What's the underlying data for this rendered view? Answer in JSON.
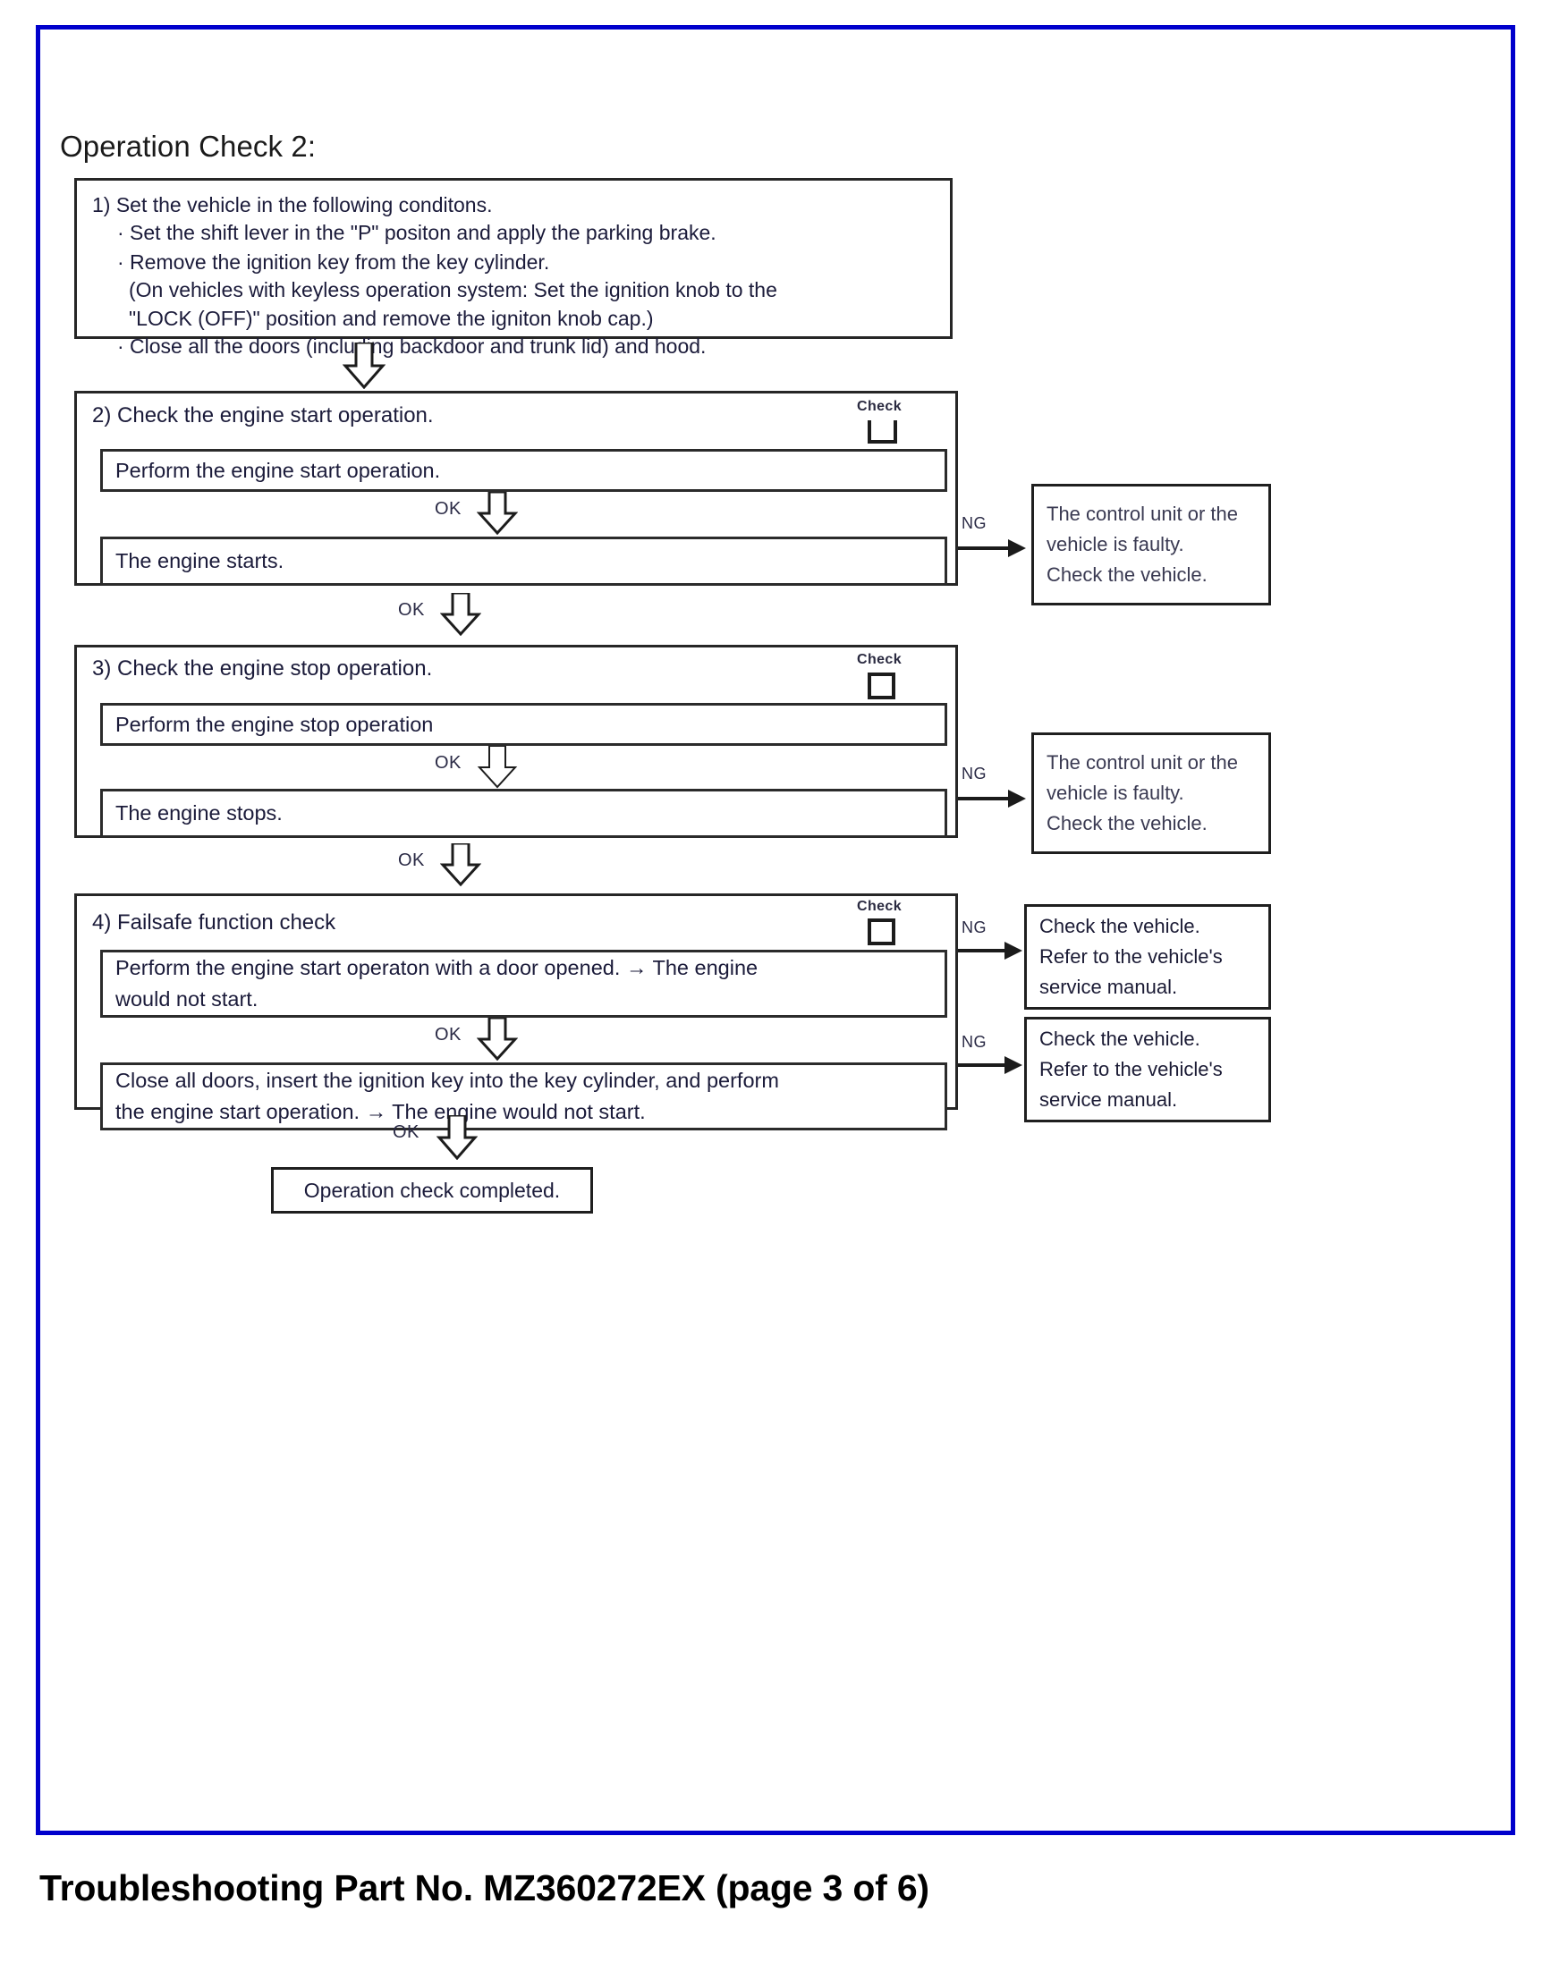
{
  "page": {
    "title": "Operation Check 2:",
    "footer_caption": "Troubleshooting Part No. MZ360272EX (page 3 of 6)",
    "frame_color": "#0000CC",
    "box_border_color": "#262626",
    "text_color": "#1B1B3A"
  },
  "labels": {
    "check": "Check",
    "ok": "OK",
    "ng": "NG"
  },
  "steps": [
    {
      "id": "step-1",
      "heading": "1) Set the vehicle in the following conditons.",
      "lines": [
        "· Set the shift lever in the \"P\" positon and apply the parking brake.",
        "· Remove the ignition key from the key cylinder.",
        "(On vehicles with keyless operation system: Set the ignition knob to the",
        "\"LOCK (OFF)\" position and remove the igniton knob cap.)",
        "· Close all the doors (including backdoor and trunk lid) and hood."
      ]
    },
    {
      "id": "step-2",
      "heading": "2) Check the engine start operation.",
      "check_label": "Check",
      "checkbox_style": "u-shape",
      "action": "Perform the engine start operation.",
      "ok_label": "OK",
      "outcome": "The engine starts.",
      "ng_label": "NG",
      "ng_result": [
        "The control unit or the",
        "vehicle is faulty.",
        "Check the vehicle."
      ]
    },
    {
      "id": "step-3",
      "heading": "3) Check the engine stop operation.",
      "check_label": "Check",
      "checkbox_style": "square",
      "action": "Perform the engine stop operation",
      "ok_label": "OK",
      "outcome": "The engine stops.",
      "ng_label": "NG",
      "ng_result": [
        "The control unit or the",
        "vehicle is faulty.",
        "Check the vehicle."
      ]
    },
    {
      "id": "step-4",
      "heading": "4) Failsafe function check",
      "check_label": "Check",
      "checkbox_style": "square",
      "action_lines": [
        "Perform the engine start operaton with a door opened. → The engine",
        "would not start."
      ],
      "ok_label": "OK",
      "outcome_lines": [
        "Close all doors, insert the ignition key into the key cylinder, and perform",
        "the engine start operation. → The engine would not start."
      ],
      "ng_label_first": "NG",
      "ng_label_second": "NG",
      "ng_result_first": [
        "Check the vehicle.",
        "Refer to the vehicle's",
        "service manual."
      ],
      "ng_result_second": [
        "Check the vehicle.",
        "Refer to the vehicle's",
        "service manual."
      ]
    }
  ],
  "transitions": {
    "step1_to_step2": "",
    "step2_to_step3": "OK",
    "step3_to_step4": "OK",
    "step4_to_complete": "OK"
  },
  "terminal": {
    "label": "Operation check completed."
  }
}
